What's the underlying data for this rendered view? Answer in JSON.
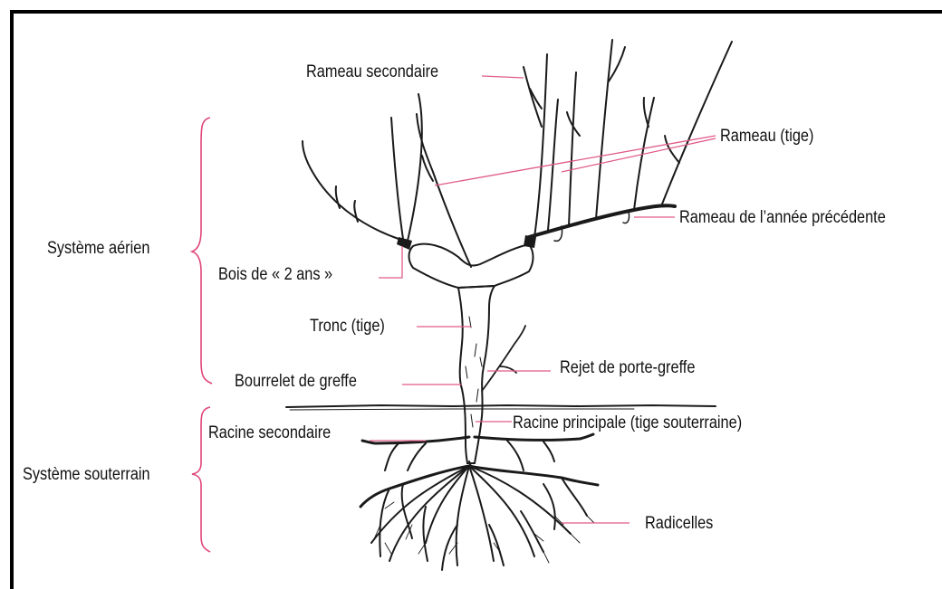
{
  "labels": {
    "rameau_secondaire": "Rameau secondaire",
    "rameau_tige": "Rameau (tige)",
    "rameau_annee_precedente": "Rameau de l’année précédente",
    "systeme_aerien": "Système aérien",
    "bois_2_ans": "Bois de « 2 ans »",
    "tronc": "Tronc (tige)",
    "rejet": "Rejet de porte-greffe",
    "bourrelet": "Bourrelet de greffe",
    "racine_secondaire": "Racine secondaire",
    "racine_principale": "Racine principale (tige souterraine)",
    "systeme_souterrain": "Système souterrain",
    "radicelles": "Radicelles"
  },
  "colors": {
    "leader_line": "#e05a8a",
    "brace": "#e0457b",
    "ink": "#1a1a1a"
  }
}
